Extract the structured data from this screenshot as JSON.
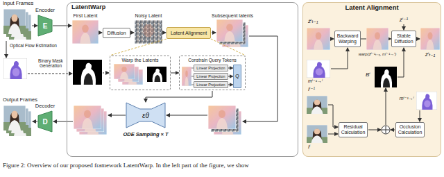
{
  "diagram": {
    "caption": "Figure 2: Overview of our proposed framework LatentWarp. In the left part of the figure, we show",
    "nodes": [
      {
        "text": [
          "LatentWarp"
        ]
      },
      {
        "text": [
          "Diffusion"
        ],
        "in": 0
      },
      {
        "text": [
          "Latent Alignment"
        ],
        "in": 0
      },
      {
        "text": [
          "Warp the Latents"
        ],
        "in": 0
      },
      {
        "text": [
          "Constrain Query Tokens"
        ],
        "in": 0
      },
      {
        "text": [
          "Linear Projection"
        ],
        "in": 4
      },
      {
        "text": [
          "Linear Projection"
        ],
        "in": 4
      },
      {
        "text": [
          "Linear Projection"
        ],
        "in": 4
      },
      {
        "text": [
          "Q"
        ],
        "in": 4
      },
      {
        "text": [
          "εθ"
        ],
        "in": 0
      },
      {
        "text": [
          "E",
          "Encoder"
        ]
      },
      {
        "text": [
          "D",
          "Decoder"
        ]
      },
      {
        "text": [
          "Latent Alignment"
        ]
      },
      {
        "text": [
          "Backward Warping"
        ],
        "in": 12
      },
      {
        "text": [
          "Stable Diffusion"
        ],
        "in": 12
      },
      {
        "text": [
          "Residual Calculation"
        ],
        "in": 12
      },
      {
        "text": [
          "Occlusion Calculation"
        ],
        "in": 12
      }
    ],
    "edges": [
      {
        "from": 3,
        "to": 4,
        "arrow": "to"
      },
      {
        "from": 5,
        "to": 8,
        "arrow": "to"
      },
      {
        "from": 6,
        "to": 8,
        "arrow": "to"
      },
      {
        "from": 7,
        "to": 8,
        "arrow": "to"
      },
      {
        "from": 13,
        "to": 14,
        "arrow": "to"
      }
    ],
    "labels": [
      "Input Frames",
      "Optical Flow Estimation",
      "Binary Mask Generation",
      "Output Frames",
      "First Latent",
      "Noisy Latent",
      "Subsequent latents",
      "ODE Sampling × T",
      "ẑⁱₜ₋₁",
      "warp(ẑⁱ⁻¹ₜ₋₁, mⁱ⁻¹→ⁱ)",
      "ẑⁱ⁻¹",
      "ẑⁱₜ₋₁",
      "mⁱ⁻¹→ⁱ",
      "Bⁱ",
      "Iⁱ⁻¹",
      "Iⁱ",
      "mⁱ⁻¹→ⁱ"
    ]
  }
}
